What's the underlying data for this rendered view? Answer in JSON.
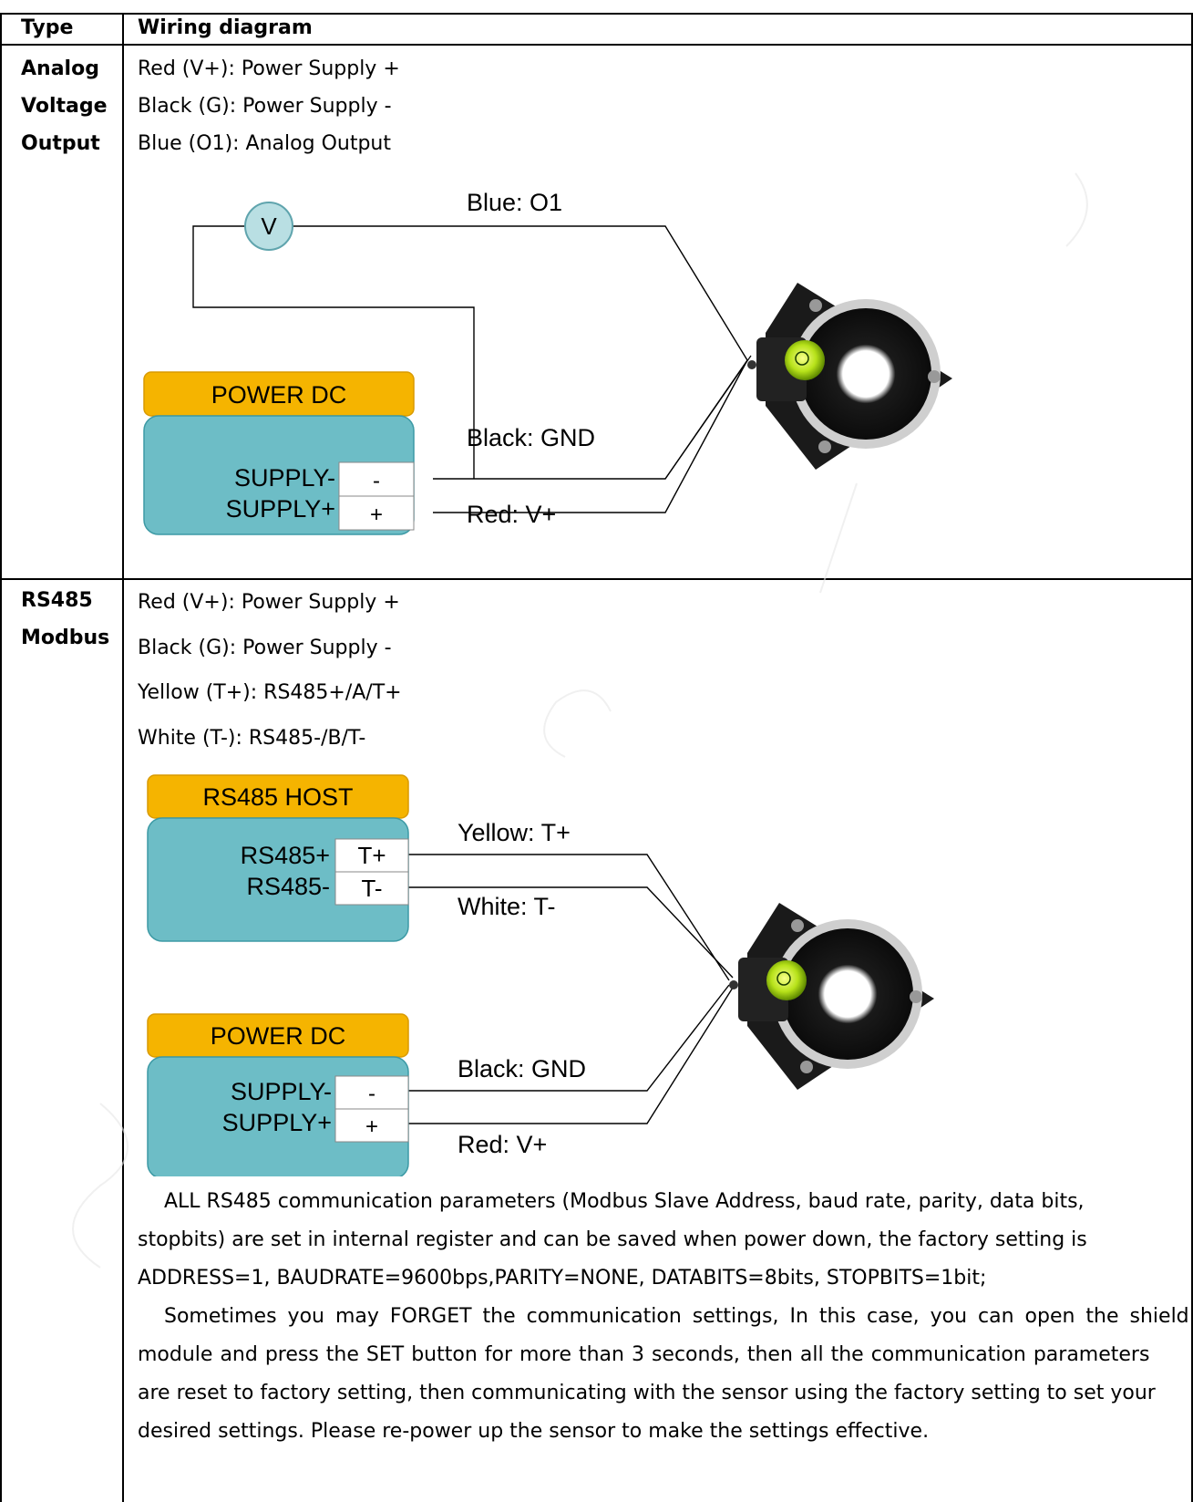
{
  "header": {
    "type": "Type",
    "wiring": "Wiring diagram"
  },
  "analog": {
    "type_lines": [
      "Analog",
      "Voltage",
      "Output"
    ],
    "desc": [
      "Red (V+): Power Supply +",
      "Black (G): Power Supply -",
      "Blue (O1): Analog Output"
    ],
    "diagram": {
      "meter": "V",
      "power_title": "POWER DC",
      "supply_minus": "SUPPLY-",
      "supply_plus": "SUPPLY+",
      "term_minus": "-",
      "term_plus": "+",
      "wire_blue": "Blue: O1",
      "wire_black": "Black: GND",
      "wire_red": "Red: V+"
    }
  },
  "rs485": {
    "type_lines": [
      "RS485",
      "Modbus"
    ],
    "desc": [
      "Red (V+): Power Supply +",
      "Black (G): Power Supply -",
      "Yellow (T+): RS485+/A/T+",
      "White (T-): RS485-/B/T-"
    ],
    "diagram": {
      "host_title": "RS485 HOST",
      "rs_plus": "RS485+",
      "rs_minus": "RS485-",
      "term_tplus": "T+",
      "term_tminus": "T-",
      "wire_yellow": "Yellow: T+",
      "wire_white": "White: T-",
      "power_title": "POWER DC",
      "supply_minus": "SUPPLY-",
      "supply_plus": "SUPPLY+",
      "term_minus": "-",
      "term_plus": "+",
      "wire_black": "Black: GND",
      "wire_red": "Red: V+"
    },
    "notes": [
      "ALL RS485 communication parameters (Modbus Slave Address, baud rate, parity, data bits,",
      "stopbits) are set in internal register and can be saved when power down, the factory setting is",
      "ADDRESS=1, BAUDRATE=9600bps,PARITY=NONE, DATABITS=8bits, STOPBITS=1bit;",
      "Sometimes you may FORGET the communication settings, In this case, you can open the shield",
      "module and press the SET button for more than 3 seconds, then all the communication parameters",
      "are reset to factory setting, then communicating with the sensor using the factory setting to set your",
      "desired settings. Please re-power up the sensor to make the settings effective."
    ]
  },
  "colors": {
    "box": "#6dbdc6",
    "box_border": "#3d9aa5",
    "title": "#f5b400",
    "meter": "#b9dfe3"
  }
}
